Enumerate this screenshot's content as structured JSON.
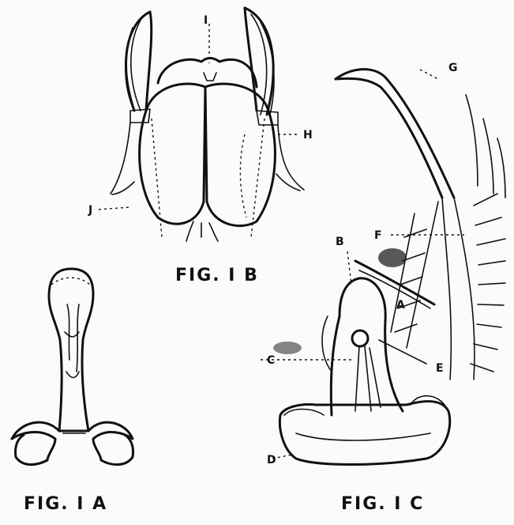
{
  "captions": {
    "fig_1a": "FIG. I A",
    "fig_1b": "FIG. I B",
    "fig_1c": "FIG. I C"
  },
  "letters": {
    "a": "A",
    "b": "B",
    "c": "C",
    "d": "D",
    "e": "E",
    "f": "F",
    "g": "G",
    "h": "H",
    "i": "I",
    "j": "J"
  }
}
